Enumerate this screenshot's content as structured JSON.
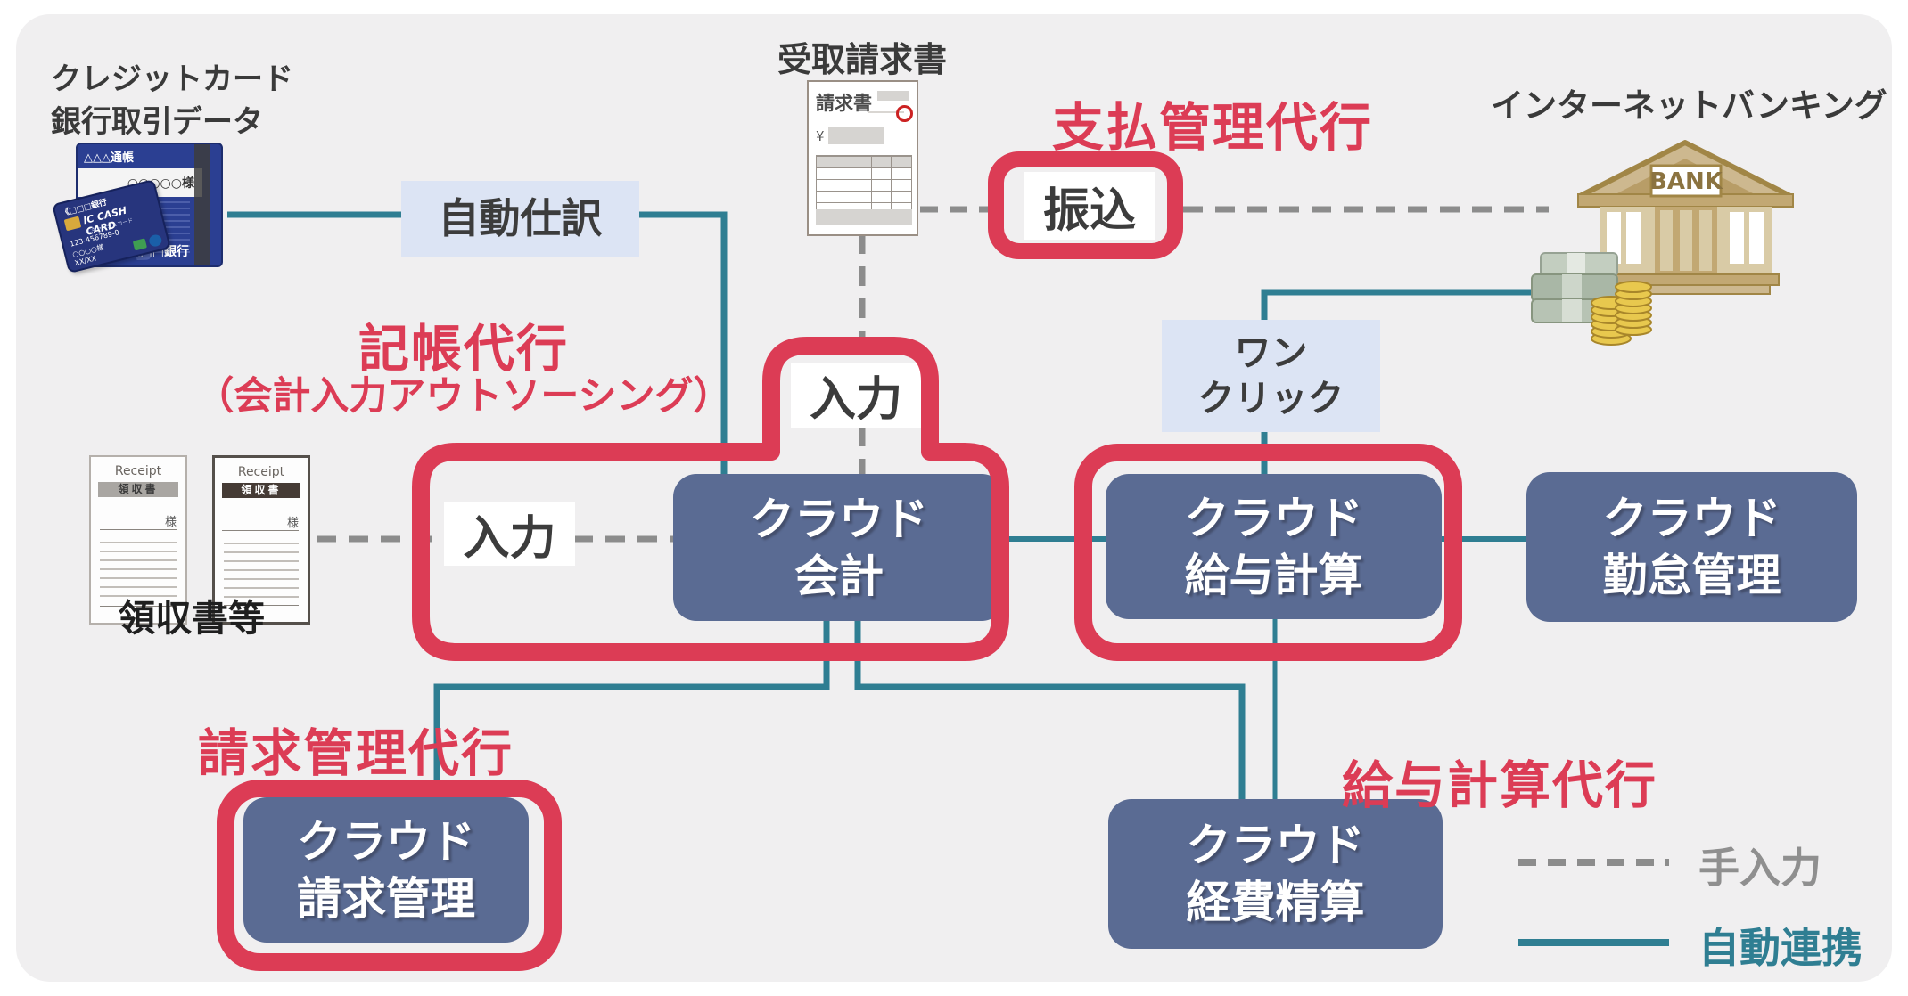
{
  "colors": {
    "red": "#dc3c55",
    "teal": "#2f7e92",
    "dash_gray": "#8c8c8c",
    "box_blue": "#5a6b93",
    "box_light_blue": "#dce4f4",
    "panel_bg": "#f0eff0"
  },
  "annotations": {
    "credit_label_line1": "クレジットカード",
    "credit_label_line2": "銀行取引データ",
    "invoice_label": "受取請求書",
    "internet_banking_label": "インターネットバンキング",
    "receipts_label": "領収書等"
  },
  "titles": {
    "payment_agency": "支払管理代行",
    "bookkeeping_agency": "記帳代行",
    "bookkeeping_agency_sub": "（会計入力アウトソーシング）",
    "billing_agency": "請求管理代行",
    "payroll_agency": "給与計算代行"
  },
  "badges": {
    "auto_journal": "自動仕訳",
    "one_click_line1": "ワン",
    "one_click_line2": "クリック",
    "input": "入力",
    "transfer": "振込"
  },
  "boxes": {
    "cloud_accounting": {
      "line1": "クラウド",
      "line2": "会計"
    },
    "cloud_payroll": {
      "line1": "クラウド",
      "line2": "給与計算"
    },
    "cloud_attendance": {
      "line1": "クラウド",
      "line2": "勤怠管理"
    },
    "cloud_billing": {
      "line1": "クラウド",
      "line2": "請求管理"
    },
    "cloud_expense": {
      "line1": "クラウド",
      "line2": "経費精算"
    }
  },
  "legend": {
    "manual": "手入力",
    "auto": "自動連携"
  },
  "graphics": {
    "passbook": {
      "title": "△△△通帳",
      "holder": "○○○○○様",
      "bank": "□□□銀行",
      "watermark": "行"
    },
    "card": {
      "bank": "《□□□銀行",
      "type": "IC CASH CARD",
      "sub": "ICキャッシュカード",
      "number": "123-456789-0",
      "holder": "○○○○様",
      "expiry": "XX/XX"
    },
    "invoice": {
      "title": "請求書",
      "yen": "¥"
    },
    "receipt": {
      "title": "Receipt",
      "banner": "領収書",
      "sama": "様"
    },
    "bank": {
      "sign": "BANK"
    }
  }
}
